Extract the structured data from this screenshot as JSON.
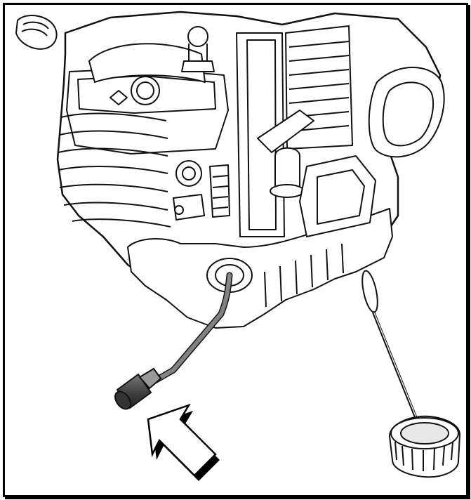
{
  "figure": {
    "frame_color": "#000000",
    "background": "#ffffff",
    "line_color": "#111111",
    "fuel_line_color": "#8a8a8a",
    "fuel_filter_color": "#555555",
    "arrow_shadow_color": "#000000"
  },
  "components": {
    "engine": "engine-housing",
    "fuel_tank": "fuel-tank",
    "fuel_line": "fuel-line",
    "fuel_filter": "fuel-filter",
    "fuel_cap": "fuel-cap",
    "retrieval_wire": "hook-wire",
    "pointer": "pointer-arrow"
  }
}
